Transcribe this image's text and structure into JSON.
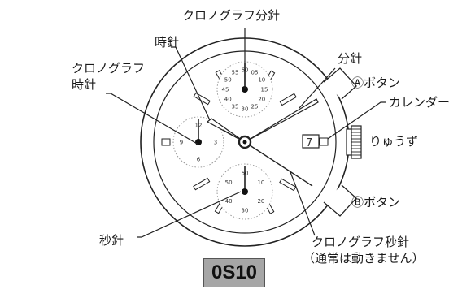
{
  "diagram": {
    "labels": {
      "chrono_minute_hand": "クロノグラフ分針",
      "hour_hand": "時針",
      "chrono_hour_hand_line1": "クロノグラフ",
      "chrono_hour_hand_line2": "時針",
      "minute_hand": "分針",
      "button_a": "Ⓐボタン",
      "calendar": "カレンダー",
      "crown": "りゅうず",
      "button_b": "Ⓑボタン",
      "second_hand": "秒針",
      "chrono_second_hand_line1": "クロノグラフ秒針",
      "chrono_second_hand_line2": "（通常は動きません）"
    },
    "model_number": "0S10",
    "date_window": "7",
    "subdial_top_scale": [
      "60",
      "55",
      "50",
      "45",
      "40",
      "35",
      "30",
      "25",
      "20",
      "15",
      "10",
      "05"
    ],
    "subdial_left_scale": [
      "12",
      "3",
      "6",
      "9"
    ],
    "subdial_bottom_scale": [
      "60",
      "10",
      "20",
      "30",
      "40",
      "50"
    ],
    "colors": {
      "ink": "#1a1a1a",
      "badge": "#a6a6a6"
    }
  }
}
